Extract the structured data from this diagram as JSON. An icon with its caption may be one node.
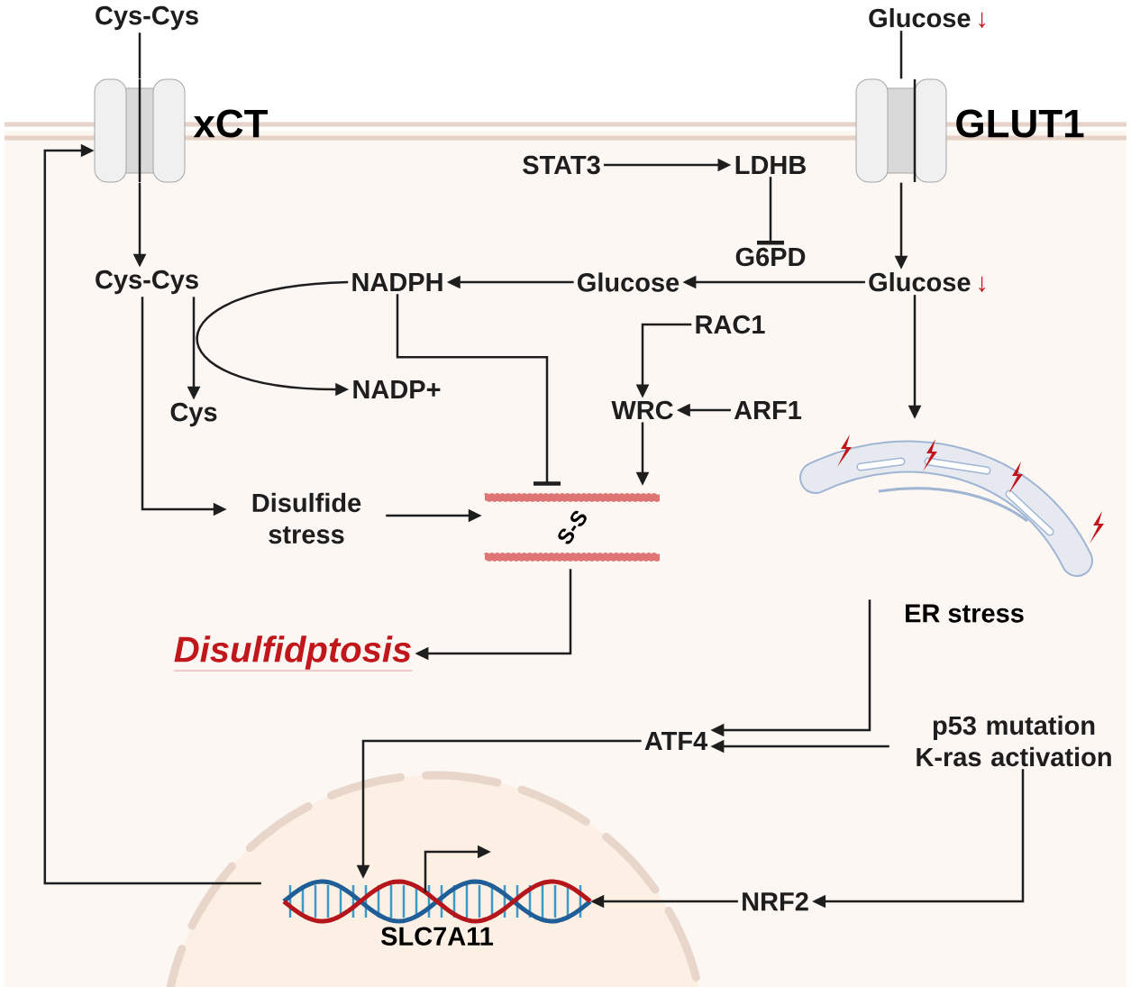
{
  "diagram": {
    "nodes": [
      {
        "text": [
          "Cys-Cys"
        ]
      },
      {
        "text": [
          "xCT"
        ]
      },
      {
        "text": [
          "GLUT1"
        ]
      },
      {
        "text": [
          "Glucose",
          "↓"
        ]
      },
      {
        "text": [
          "Cys-Cys"
        ]
      },
      {
        "text": [
          "NADPH"
        ]
      },
      {
        "text": [
          "Glucose"
        ]
      },
      {
        "text": [
          "Glucose",
          "↓"
        ]
      },
      {
        "text": [
          "STAT3"
        ]
      },
      {
        "text": [
          "LDHB"
        ]
      },
      {
        "text": [
          "G6PD"
        ]
      },
      {
        "text": [
          "Cys"
        ]
      },
      {
        "text": [
          "NADP+"
        ]
      },
      {
        "text": [
          "RAC1"
        ]
      },
      {
        "text": [
          "WRC"
        ]
      },
      {
        "text": [
          "ARF1"
        ]
      },
      {
        "text": [
          "Disulfide stress"
        ]
      },
      {
        "text": [
          "S-S"
        ]
      },
      {
        "text": [
          "ER stress"
        ]
      },
      {
        "text": [
          "Disulfidptosis"
        ]
      },
      {
        "text": [
          "ATF4"
        ]
      },
      {
        "text": [
          "p53 mutation K-ras activation"
        ]
      },
      {
        "text": [
          "NRF2"
        ]
      },
      {
        "text": [
          "SLC7A11"
        ]
      }
    ],
    "edges": [
      {
        "from": 0,
        "to": 1,
        "arrow": "none"
      },
      {
        "from": 1,
        "to": 4,
        "arrow": "to"
      },
      {
        "from": 3,
        "to": 2,
        "arrow": "none"
      },
      {
        "from": 2,
        "to": 7,
        "arrow": "to"
      },
      {
        "from": 8,
        "to": 9,
        "arrow": "to"
      },
      {
        "from": 9,
        "to": 10,
        "arrow": "other"
      },
      {
        "from": 7,
        "to": 6,
        "arrow": "to"
      },
      {
        "from": 6,
        "to": 5,
        "arrow": "to"
      },
      {
        "from": 4,
        "to": 11,
        "arrow": "to"
      },
      {
        "from": 5,
        "to": 12,
        "arrow": "to"
      },
      {
        "from": 5,
        "to": 17,
        "arrow": "other"
      },
      {
        "from": 13,
        "to": 14,
        "arrow": "to"
      },
      {
        "from": 15,
        "to": 14,
        "arrow": "to"
      },
      {
        "from": 14,
        "to": 17,
        "arrow": "to"
      },
      {
        "from": 4,
        "to": 16,
        "arrow": "to"
      },
      {
        "from": 16,
        "to": 17,
        "arrow": "to"
      },
      {
        "from": 17,
        "to": 19,
        "arrow": "to"
      },
      {
        "from": 7,
        "to": 18,
        "arrow": "to"
      },
      {
        "from": 18,
        "to": 20,
        "arrow": "to"
      },
      {
        "from": 21,
        "to": 20,
        "arrow": "to"
      },
      {
        "from": 21,
        "to": 22,
        "arrow": "to"
      },
      {
        "from": 22,
        "to": 23,
        "arrow": "to"
      },
      {
        "from": 20,
        "to": 23,
        "arrow": "to"
      },
      {
        "from": 23,
        "to": 1,
        "arrow": "to"
      }
    ]
  }
}
